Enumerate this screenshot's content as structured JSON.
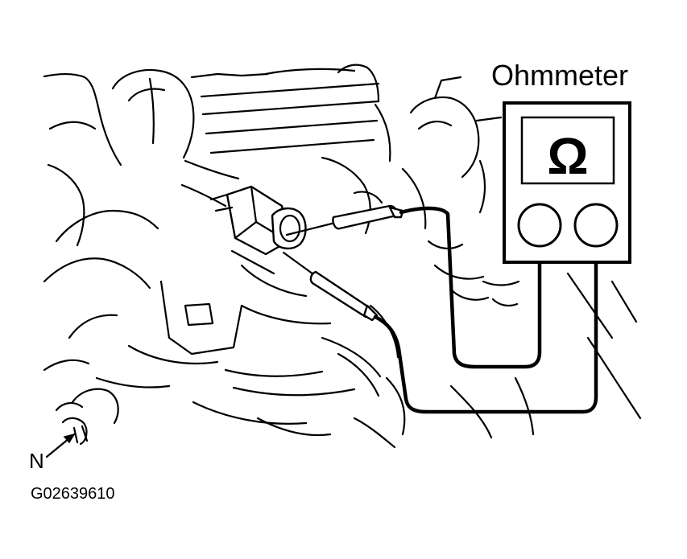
{
  "meter": {
    "label": "Ohmmeter",
    "symbol": "Ω"
  },
  "figure": {
    "front_marker": "N",
    "code": "G02639610"
  },
  "icons": {
    "meter": "ohmmeter-icon",
    "probe": "probe-icon",
    "arrow": "front-direction-arrow-icon"
  }
}
